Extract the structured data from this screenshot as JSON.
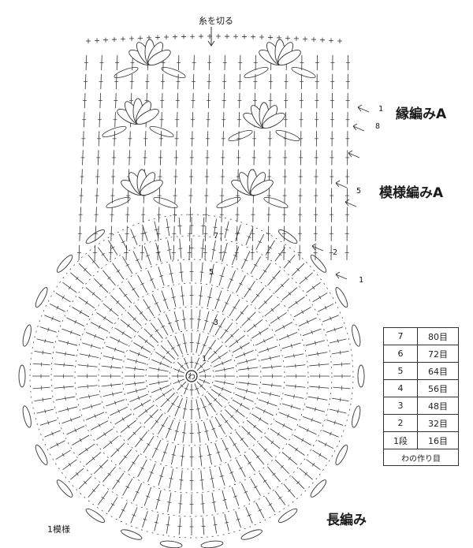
{
  "labels": {
    "cut_yarn": "糸を切る",
    "edge_pattern": "縁編みA",
    "body_pattern": "模様編みA",
    "double_crochet": "長編み",
    "one_repeat": "1模様",
    "magic_ring": "わ"
  },
  "row_markers": [
    "1",
    "8",
    "5",
    "2",
    "1",
    "7",
    "5",
    "3",
    "1"
  ],
  "stitch_table": {
    "rows": [
      {
        "round": "7",
        "count": "80目"
      },
      {
        "round": "6",
        "count": "72目"
      },
      {
        "round": "5",
        "count": "64目"
      },
      {
        "round": "4",
        "count": "56目"
      },
      {
        "round": "3",
        "count": "48目"
      },
      {
        "round": "2",
        "count": "32目"
      },
      {
        "round": "1段",
        "count": "16目"
      }
    ],
    "footer": "わの作り目"
  }
}
